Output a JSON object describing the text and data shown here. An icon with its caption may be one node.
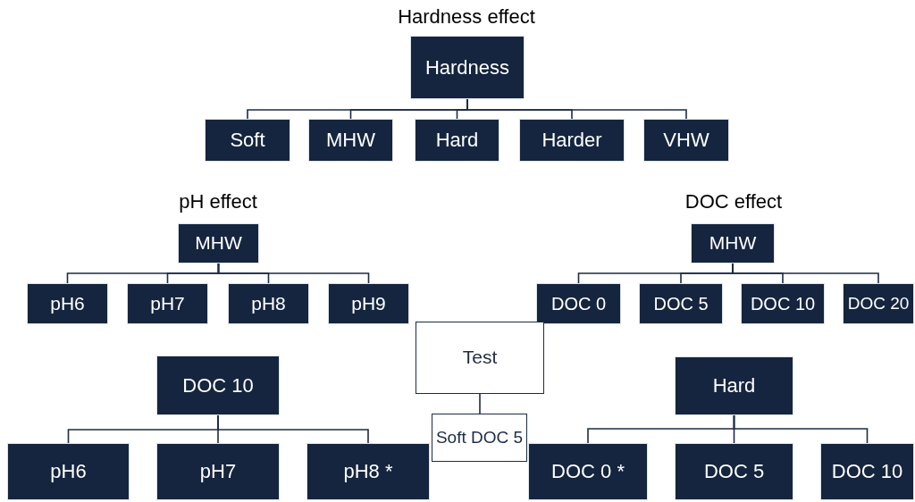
{
  "diagram": {
    "nodes": [
      {
        "text": [
          "Hardness"
        ],
        "beside": [
          "Hardness effect"
        ]
      },
      {
        "text": [
          "Soft"
        ]
      },
      {
        "text": [
          "MHW"
        ]
      },
      {
        "text": [
          "Hard"
        ]
      },
      {
        "text": [
          "Harder"
        ]
      },
      {
        "text": [
          "VHW"
        ]
      },
      {
        "text": [
          "MHW"
        ],
        "beside": [
          "pH effect"
        ]
      },
      {
        "text": [
          "pH6"
        ]
      },
      {
        "text": [
          "pH7"
        ]
      },
      {
        "text": [
          "pH8"
        ]
      },
      {
        "text": [
          "pH9"
        ]
      },
      {
        "text": [
          "MHW"
        ],
        "beside": [
          "DOC effect"
        ]
      },
      {
        "text": [
          "DOC 0"
        ]
      },
      {
        "text": [
          "DOC 5"
        ]
      },
      {
        "text": [
          "DOC 10"
        ]
      },
      {
        "text": [
          "DOC 20"
        ]
      },
      {
        "text": [
          "Test"
        ]
      },
      {
        "text": [
          "DOC 10"
        ]
      },
      {
        "text": [
          "pH6"
        ]
      },
      {
        "text": [
          "pH7"
        ]
      },
      {
        "text": [
          "pH8 *"
        ]
      },
      {
        "text": [
          "Soft DOC 5"
        ]
      },
      {
        "text": [
          "Hard"
        ]
      },
      {
        "text": [
          "DOC 0 *"
        ]
      },
      {
        "text": [
          "DOC 5"
        ]
      },
      {
        "text": [
          "DOC 10"
        ]
      }
    ],
    "edges": [
      {
        "from": 0,
        "to": 1,
        "arrow": "none"
      },
      {
        "from": 0,
        "to": 2,
        "arrow": "none"
      },
      {
        "from": 0,
        "to": 3,
        "arrow": "none"
      },
      {
        "from": 0,
        "to": 4,
        "arrow": "none"
      },
      {
        "from": 0,
        "to": 5,
        "arrow": "none"
      },
      {
        "from": 6,
        "to": 7,
        "arrow": "none"
      },
      {
        "from": 6,
        "to": 8,
        "arrow": "none"
      },
      {
        "from": 6,
        "to": 9,
        "arrow": "none"
      },
      {
        "from": 6,
        "to": 10,
        "arrow": "none"
      },
      {
        "from": 11,
        "to": 12,
        "arrow": "none"
      },
      {
        "from": 11,
        "to": 13,
        "arrow": "none"
      },
      {
        "from": 11,
        "to": 14,
        "arrow": "none"
      },
      {
        "from": 11,
        "to": 15,
        "arrow": "none"
      },
      {
        "from": 16,
        "to": 21,
        "arrow": "none"
      },
      {
        "from": 17,
        "to": 18,
        "arrow": "none"
      },
      {
        "from": 17,
        "to": 19,
        "arrow": "none"
      },
      {
        "from": 17,
        "to": 20,
        "arrow": "none"
      },
      {
        "from": 22,
        "to": 23,
        "arrow": "none"
      },
      {
        "from": 22,
        "to": 24,
        "arrow": "none"
      },
      {
        "from": 22,
        "to": 25,
        "arrow": "none"
      }
    ]
  }
}
